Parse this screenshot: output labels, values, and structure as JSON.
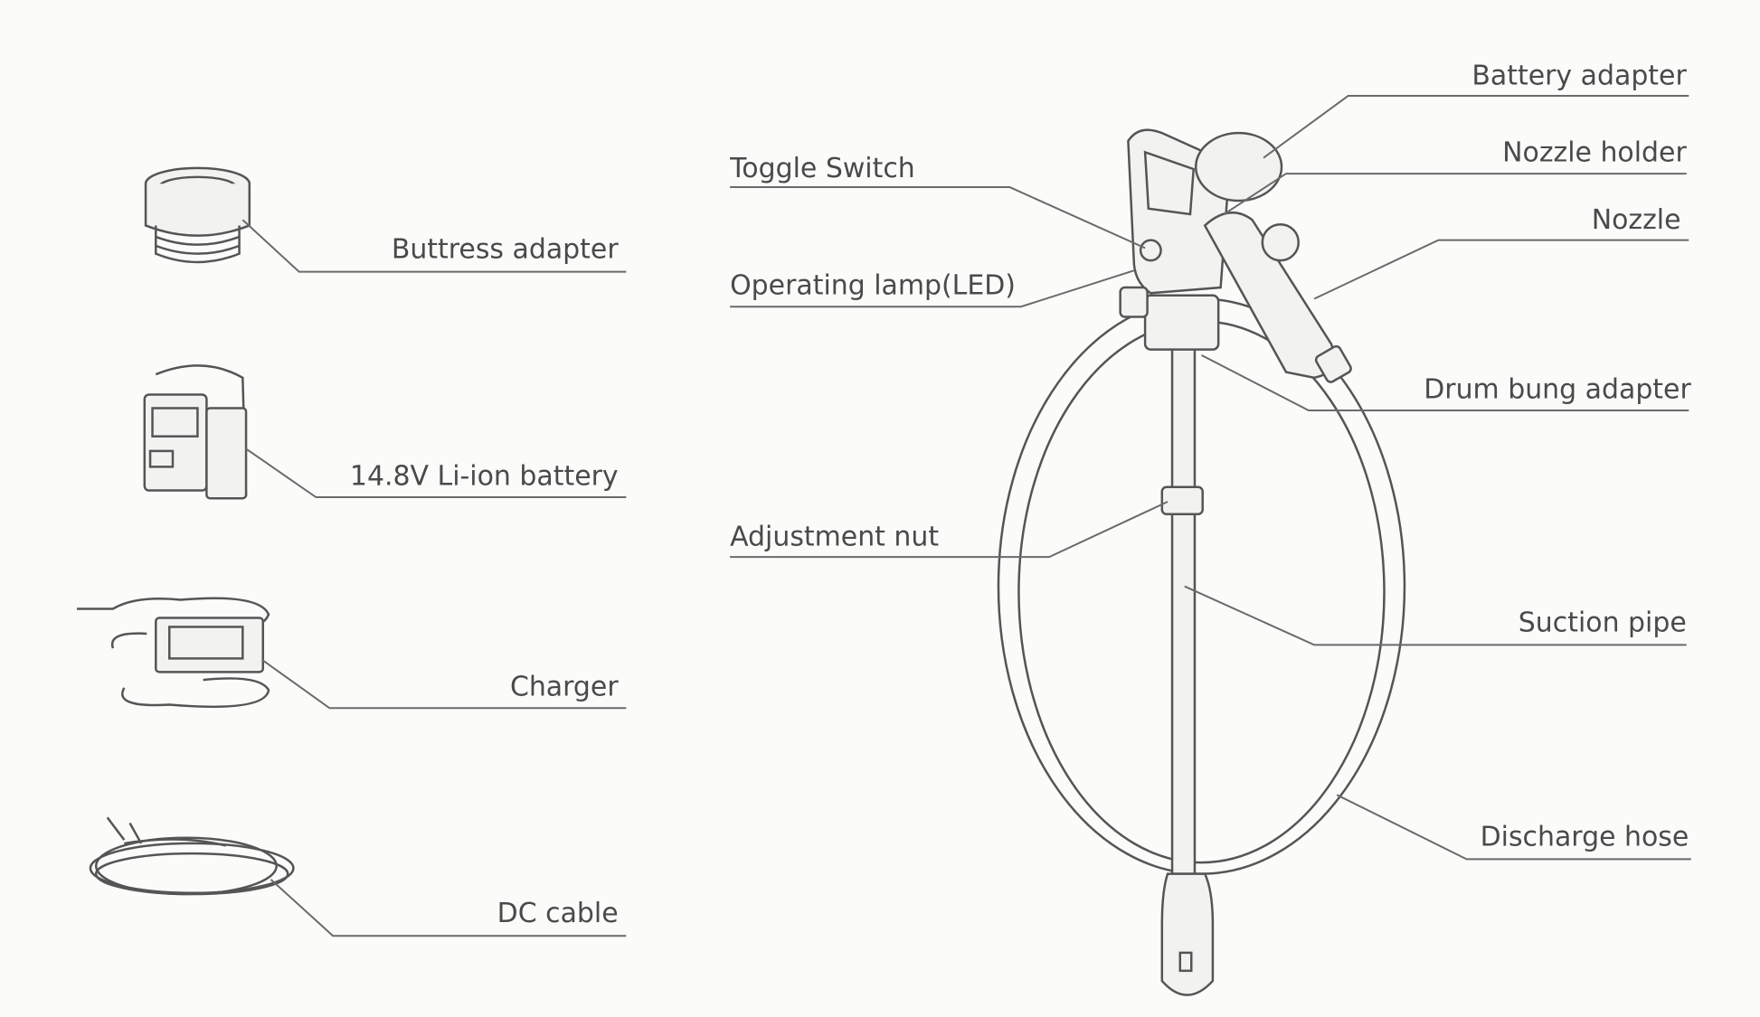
{
  "accessories": {
    "buttress_adapter": "Buttress adapter",
    "battery": "14.8V Li-ion battery",
    "charger": "Charger",
    "dc_cable": "DC cable"
  },
  "pump_parts": {
    "toggle_switch": "Toggle Switch",
    "operating_lamp": "Operating lamp(LED)",
    "adjustment_nut": "Adjustment nut",
    "battery_adapter": "Battery adapter",
    "nozzle_holder": "Nozzle holder",
    "nozzle": "Nozzle",
    "drum_bung_adapter": "Drum bung adapter",
    "suction_pipe": "Suction pipe",
    "discharge_hose": "Discharge hose"
  },
  "colors": {
    "line": "#6a6a6a",
    "text": "#4a4a4a",
    "background": "#fbfbfa"
  }
}
